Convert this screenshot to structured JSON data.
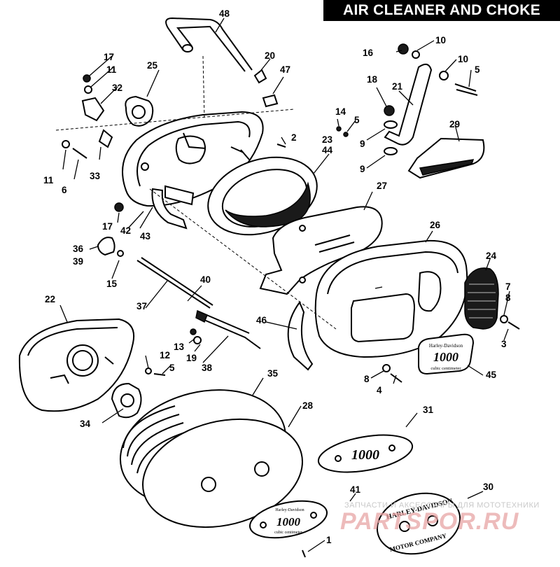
{
  "title": "AIR CLEANER AND CHOKE",
  "emblems": {
    "brand": "Harley-Davidson",
    "model_number": "1000",
    "displacement": "cubic centimeter",
    "company_line1": "HARLEY-DAVIDSON",
    "company_line2": "MOTOR COMPANY"
  },
  "watermark": {
    "line1": "ЗАПЧАСТИ И АКСЕССУАРЫ ДЛЯ МОТОТЕХНИКИ",
    "line2": "PARTSPOR.RU"
  }
}
